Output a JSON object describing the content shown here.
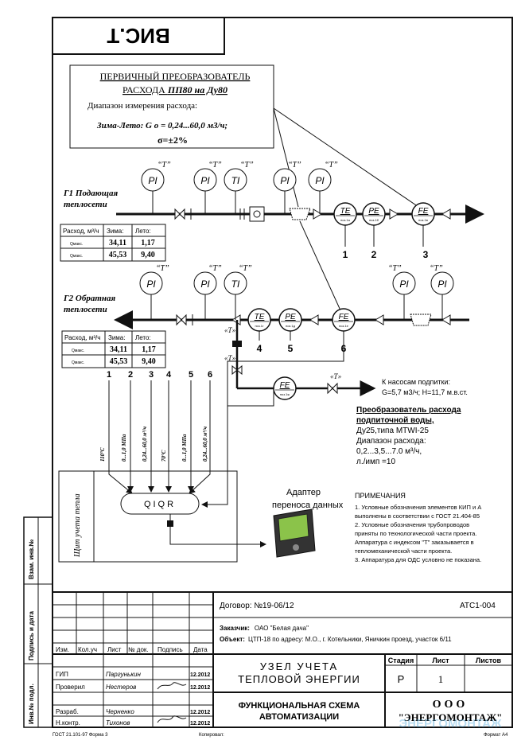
{
  "stamp": {
    "title": "ВИС.Т"
  },
  "primary_box": {
    "title1": "ПЕРВИЧНЫЙ ПРЕОБРАЗОВАТЕЛЬ",
    "title2a": "РАСХОДА ",
    "title2b": "ПП80 на Ду80",
    "range_label": "Диапазон измерения расхода:",
    "range_value": "Зима-Лето: G o = 0,24...60,0 м3/ч;",
    "sigma": "σ=±2%"
  },
  "supply_line": {
    "name": "Г1 Подающая",
    "name2": "теплосети"
  },
  "return_line": {
    "name": "Г2 Обратная",
    "name2": "теплосети"
  },
  "instruments": {
    "pi": "PI",
    "ti": "TI",
    "te": "TE",
    "pe": "PE",
    "fe": "FE",
    "pos_te1": "поз.1а",
    "pos_pe1": "поз.1б",
    "pos_fe1": "поз.1в",
    "pos_te2": "поз.1г",
    "pos_pe2": "поз.1д",
    "pos_fe2": "поз.1е",
    "pos_fe3": "поз.1ж",
    "t_mark": "“Т”",
    "t_mark2": "«Т»"
  },
  "numbers": [
    "1",
    "2",
    "3",
    "4",
    "5",
    "6"
  ],
  "supply_table": {
    "headers": [
      "Расход, м³/ч",
      "Зима:",
      "Лето:"
    ],
    "rows": [
      [
        "Qмакс.",
        "34,11",
        "1,17"
      ],
      [
        "Qмакс.",
        "45,53",
        "9,40"
      ]
    ]
  },
  "return_table": {
    "headers": [
      "Расход, м³/ч",
      "Зима:",
      "Лето:"
    ],
    "rows": [
      [
        "Qмакс.",
        "34,11",
        "1,17"
      ],
      [
        "Qмакс.",
        "45,53",
        "9,40"
      ]
    ]
  },
  "signals": [
    "110°C",
    "0...1,0 МПа",
    "0,24...60,0 м³/ч",
    "70°C",
    "0...1,0 МПа",
    "0,24...60,0 м³/ч"
  ],
  "pump_note": {
    "line1": "К насосам подпитки:",
    "line2": "G=5,7 м3/ч; H=11,7 м.в.ст."
  },
  "feed_converter": {
    "title1": "Преобразователь расхода",
    "title2": "подпиточной воды,",
    "line1": "Ду25,типа MTWI-25",
    "line2": "Диапазон расхода:",
    "line3": "0,2...3,5...7.0 м³/ч,",
    "line4": "л./имп =10"
  },
  "meter_box": {
    "label": "Щит учета тепла",
    "device": "QIQR"
  },
  "adapter": {
    "line1": "Адаптер",
    "line2": "переноса данных"
  },
  "notes": {
    "title": "ПРИМЕЧАНИЯ",
    "items": [
      "1. Условные обозначения элементов КИП и А",
      "выполнены в соответствии с ГОСТ 21.404-85",
      "2. Условные обозначения трубопроводов",
      "приняты по технологической части проекта.",
      "Аппаратура с индексом \"Т\" заказывается в",
      "тепломеханической части проекта.",
      "3. Аппаратура для ОДС условно не показана."
    ]
  },
  "side_labels": [
    "Взам. инв.№",
    "Подпись и дата",
    "Инв.№ подл."
  ],
  "title_block": {
    "contract": "Договор: №19-06/12",
    "code": "АТС1-004",
    "customer_label": "Заказчик:",
    "customer": "ОАО \"Белая дача\"",
    "object_label": "Объект:",
    "object": "ЦТП-18 по адресу: М.О., г. Котельники, Яничкин проезд, участок 6/11",
    "col_headers": [
      "Изм.",
      "Кол.уч",
      "Лист",
      "№ док.",
      "Подпись",
      "Дата"
    ],
    "name_main1": "УЗЕЛ УЧЕТА",
    "name_main2": "ТЕПЛОВОЙ ЭНЕРГИИ",
    "name_sub1": "ФУНКЦИОНАЛЬНАЯ СХЕМА",
    "name_sub2": "АВТОМАТИЗАЦИИ",
    "stage_h": "Стадия",
    "sheet_h": "Лист",
    "sheets_h": "Листов",
    "stage": "Р",
    "sheet": "1",
    "company1": "ООО",
    "company2": "\"ЭНЕРГОМОНТАЖ\"",
    "watermark": "ЭНЕРГОМОНТАЖ",
    "staff": [
      [
        "ГИП",
        "Паргунькин",
        "12.2012"
      ],
      [
        "Проверил",
        "Нестеров",
        "12.2012"
      ],
      [
        "Разраб.",
        "Черненко",
        "12.2012"
      ],
      [
        "Н.контр.",
        "Тихонов",
        "12.2012"
      ]
    ],
    "gost": "ГОСТ 21.101-97 Форма 3",
    "copied": "Копировал:",
    "format": "Формат А4"
  }
}
